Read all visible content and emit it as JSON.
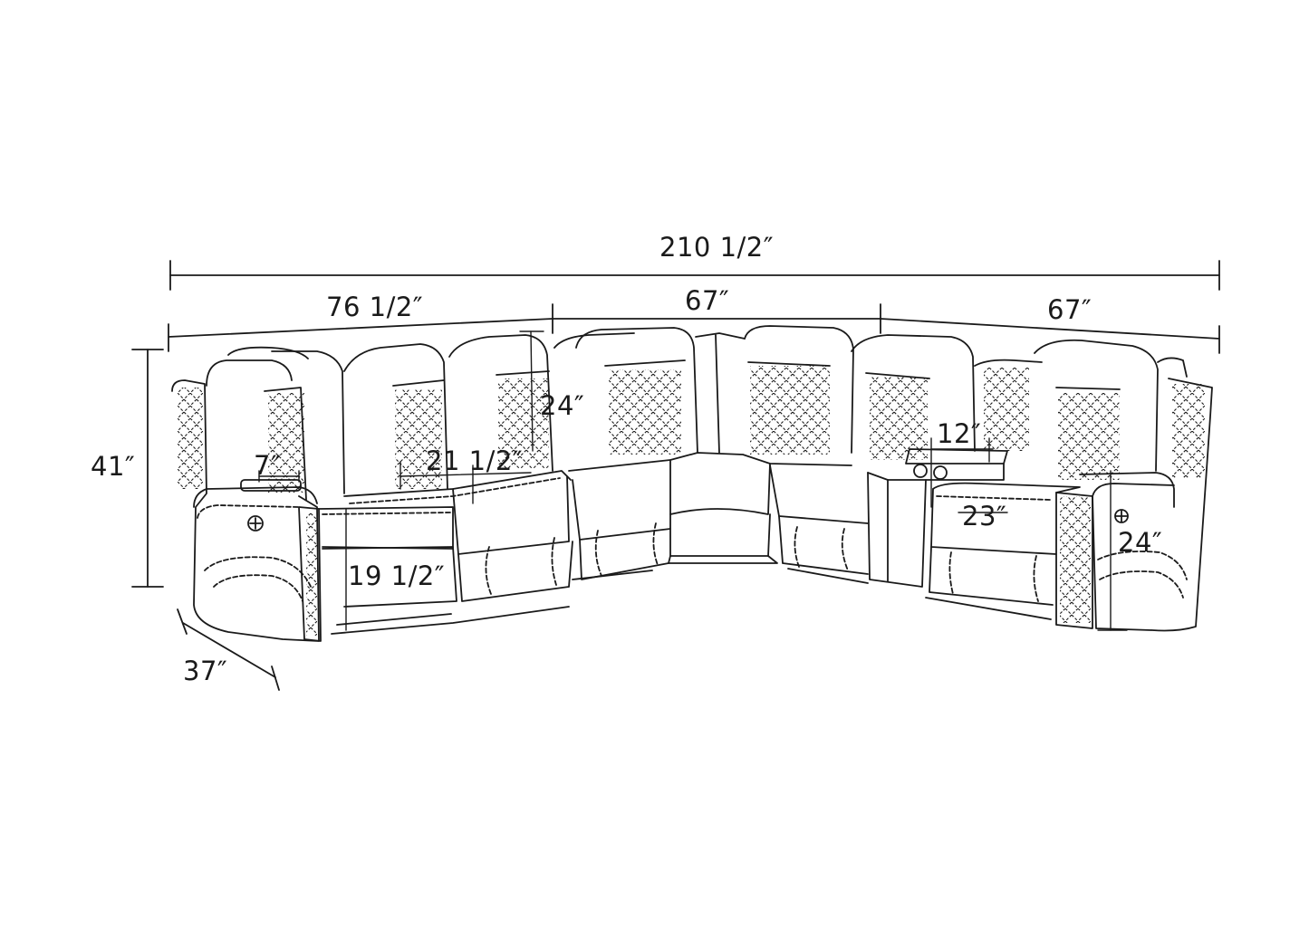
{
  "colors": {
    "ink": "#1a1a1a",
    "background": "#ffffff"
  },
  "dimensions": {
    "overall_width": "210 1/2″",
    "left_section_width": "76 1/2″",
    "middle_section_width": "67″",
    "right_section_width": "67″",
    "height": "41″",
    "depth": "37″",
    "arm_width": "7″",
    "seat_width": "21 1/2″",
    "back_height": "24″",
    "seat_height": "19 1/2″",
    "console_width": "12″",
    "seat_depth": "23″",
    "arm_height": "24″"
  }
}
